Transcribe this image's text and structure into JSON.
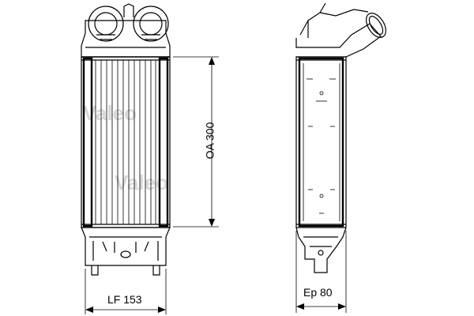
{
  "dimensions": {
    "width_label": "LF 153",
    "height_label": "OA 300",
    "depth_label": "Ep 80"
  },
  "watermark": "Valeo",
  "colors": {
    "line": "#000000",
    "watermark": "#d9d9d9",
    "background": "#ffffff"
  }
}
